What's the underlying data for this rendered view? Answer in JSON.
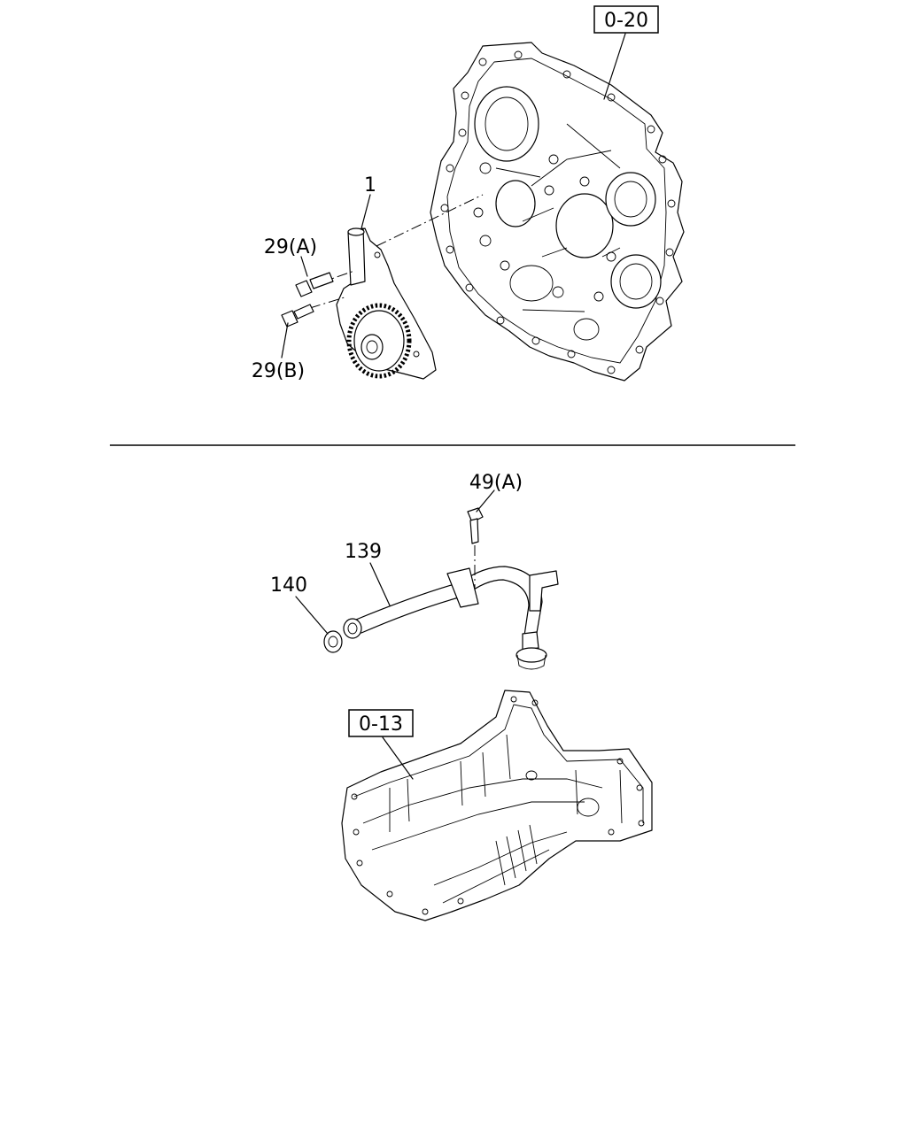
{
  "callouts": {
    "ref_front_cover": "0-20",
    "ref_oil_pan": "0-13",
    "oil_pump": "1",
    "bolt_a": "29(A)",
    "bolt_b": "29(B)",
    "pipe_bolt": "49(A)",
    "suction_pipe": "139",
    "o_ring": "140"
  }
}
